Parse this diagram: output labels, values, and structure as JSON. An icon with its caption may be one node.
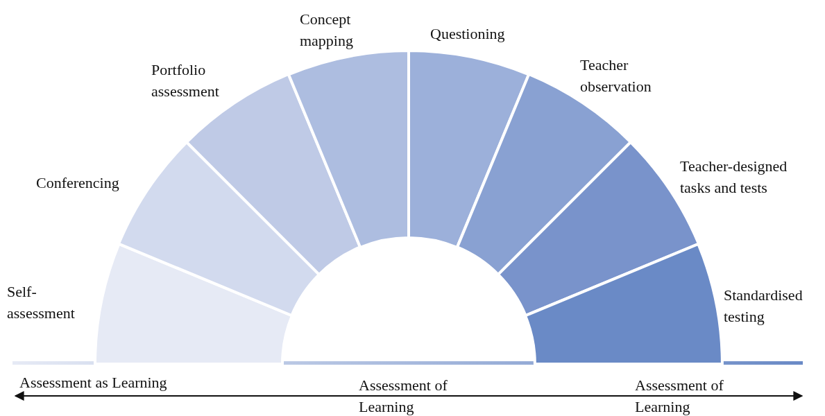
{
  "diagram": {
    "nodes": [
      {
        "text": [
          "Self-assessment"
        ]
      },
      {
        "text": [
          "Conferencing"
        ]
      },
      {
        "text": [
          "Portfolio assessment"
        ]
      },
      {
        "text": [
          "Concept mapping"
        ]
      },
      {
        "text": [
          "Questioning"
        ]
      },
      {
        "text": [
          "Teacher observation"
        ]
      },
      {
        "text": [
          "Teacher-designed tasks and tests"
        ]
      },
      {
        "text": [
          "Standardised testing"
        ]
      }
    ],
    "edges": [],
    "labels": [
      "Assessment as Learning",
      "Assessment of Learning",
      "Assessment of Learning"
    ]
  }
}
